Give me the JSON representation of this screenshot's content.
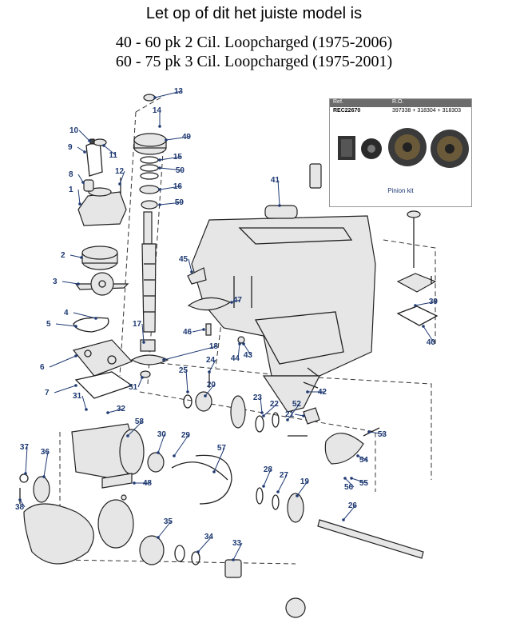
{
  "header": {
    "title": "Let op of dit het juiste model is",
    "model_line_1": "40 - 60 pk 2 Cil. Loopcharged (1975-2006)",
    "model_line_2": "60 - 75 pk 3 Cil. Loopcharged (1975-2001)"
  },
  "pinion_kit": {
    "col_ref": "Ref.",
    "col_ro": "R.O.",
    "ref": "REC22670",
    "ro": "397338 + 318304 + 318303",
    "caption": "Pinion kit"
  },
  "callouts": [
    "1",
    "2",
    "3",
    "4",
    "5",
    "6",
    "7",
    "8",
    "9",
    "10",
    "11",
    "12",
    "13",
    "14",
    "15",
    "16",
    "17",
    "18",
    "19",
    "20",
    "21",
    "22",
    "23",
    "24",
    "25",
    "26",
    "27",
    "28",
    "29",
    "30",
    "31",
    "32",
    "33",
    "34",
    "35",
    "36",
    "37",
    "38",
    "39",
    "40",
    "41",
    "42",
    "43",
    "44",
    "45",
    "46",
    "47",
    "48",
    "49",
    "50",
    "51",
    "52",
    "53",
    "54",
    "55",
    "56",
    "57",
    "58",
    "59"
  ],
  "colors": {
    "callout": "#1f3a73",
    "line": "#222222"
  }
}
